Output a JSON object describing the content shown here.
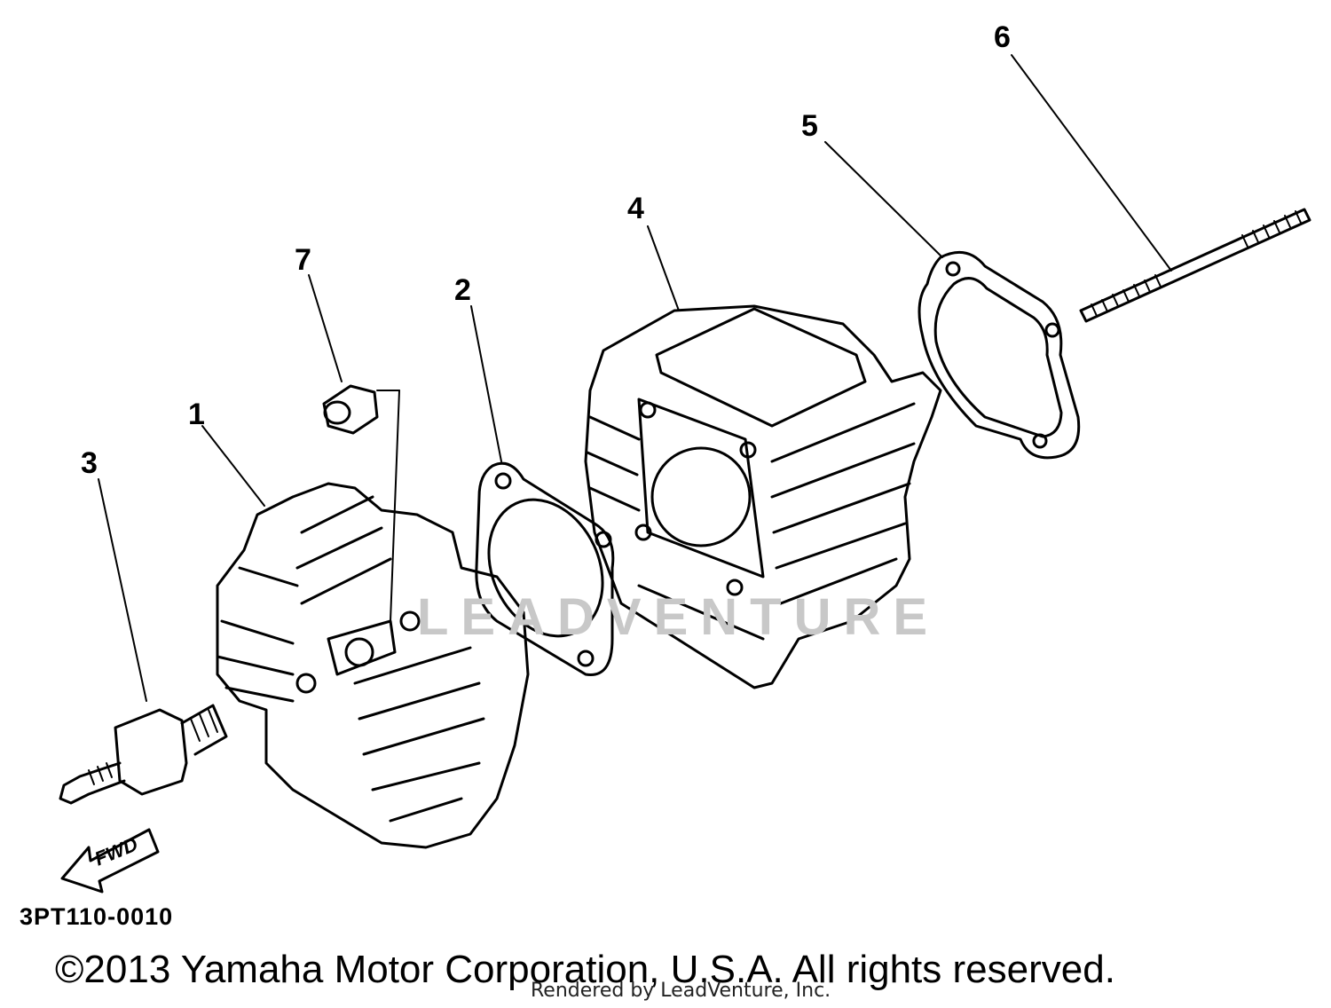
{
  "callouts": {
    "p1": "1",
    "p2": "2",
    "p3": "3",
    "p4": "4",
    "p5": "5",
    "p6": "6",
    "p7": "7"
  },
  "direction_label": "FWD",
  "figure_code": "3PT110-0010",
  "copyright": "©2013 Yamaha Motor Corporation, U.S.A. All rights reserved.",
  "rendered_by": "Rendered by LeadVenture, Inc.",
  "watermark": "LEADVENTURE"
}
